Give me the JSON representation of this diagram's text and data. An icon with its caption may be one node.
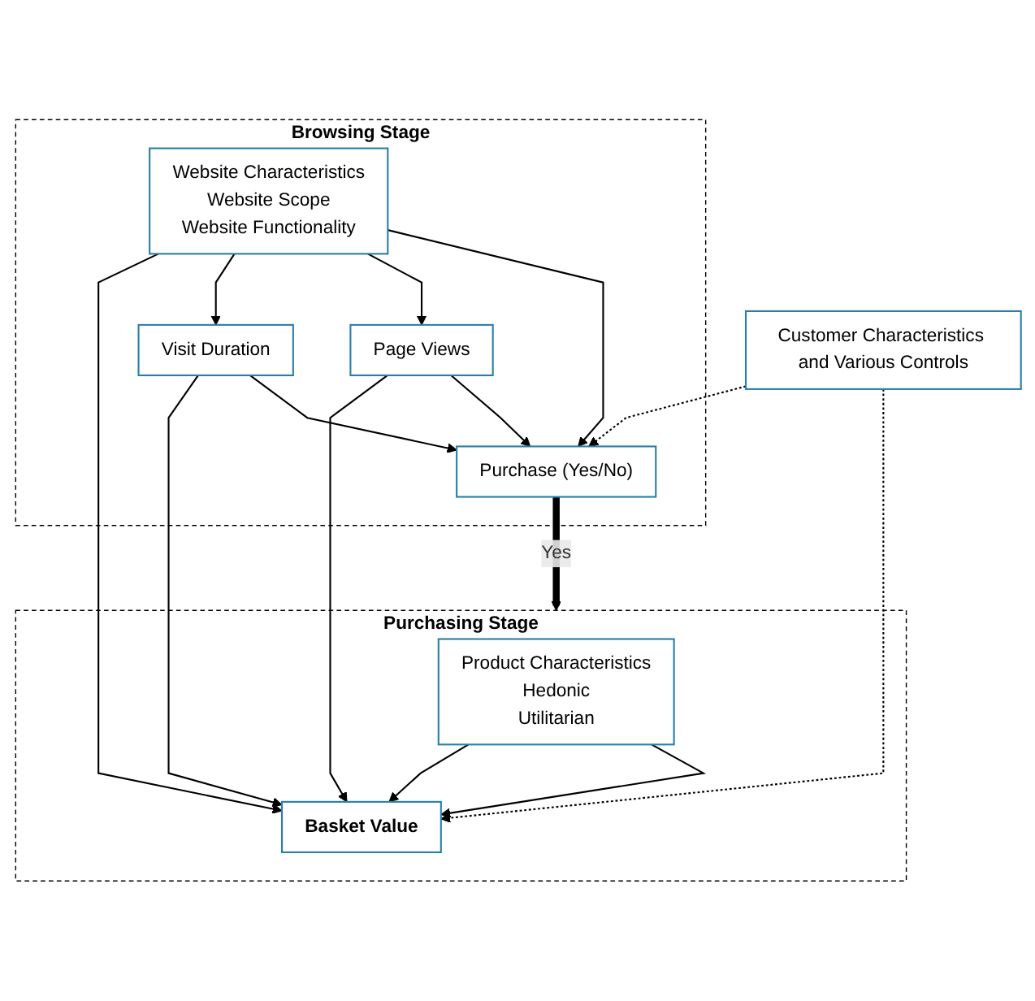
{
  "diagram": {
    "nodes": [
      {
        "text": [
          "Browsing Stage"
        ]
      },
      {
        "text": [
          "Website Characteristics",
          "Website Scope",
          "Website Functionality"
        ],
        "in": 0
      },
      {
        "text": [
          "Visit Duration"
        ],
        "in": 0
      },
      {
        "text": [
          "Page Views"
        ],
        "in": 0
      },
      {
        "text": [
          "Purchase (Yes/No)"
        ],
        "in": 0
      },
      {
        "text": [
          "Customer Characteristics and Various Controls"
        ]
      },
      {
        "text": [
          "Purchasing Stage"
        ]
      },
      {
        "text": [
          "Product Characteristics",
          "Hedonic",
          "Utilitarian"
        ],
        "in": 6
      },
      {
        "text": [
          "Basket Value"
        ],
        "in": 6
      }
    ],
    "edges": [
      {
        "from": 1,
        "to": 4,
        "arrow": "to"
      },
      {
        "from": 1,
        "to": 3,
        "arrow": "to"
      },
      {
        "from": 1,
        "to": 2,
        "arrow": "to"
      },
      {
        "from": 2,
        "to": 4,
        "arrow": "to"
      },
      {
        "from": 3,
        "to": 4,
        "arrow": "to"
      },
      {
        "from": 2,
        "to": 8,
        "arrow": "to"
      },
      {
        "from": 3,
        "to": 8,
        "arrow": "to"
      },
      {
        "from": 5,
        "to": 4,
        "arrow": "to",
        "style": "dashed"
      },
      {
        "from": 5,
        "to": 8,
        "arrow": "to",
        "style": "dashed"
      },
      {
        "from": 4,
        "to": 6,
        "arrow": "to",
        "style": "thick",
        "label": "Yes"
      },
      {
        "from": 7,
        "to": 8,
        "arrow": "to"
      },
      {
        "from": 1,
        "to": 8,
        "arrow": "to"
      },
      {
        "from": 7,
        "to": 8,
        "arrow": "to"
      }
    ]
  }
}
